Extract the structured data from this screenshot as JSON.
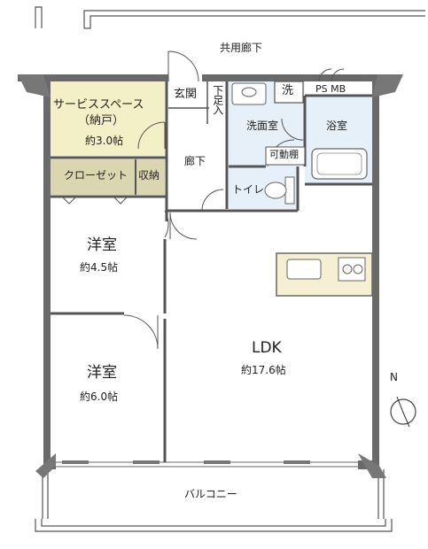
{
  "colors": {
    "wall": "#555555",
    "service_space_fill": "#f3efc6",
    "closet_fill": "#d9d6b0",
    "wet_area_fill": "#e6f0f8",
    "counter_fill": "#f5f0d2",
    "compass": "#444444"
  },
  "labels": {
    "corridor_common": "共用廊下",
    "balcony": "バルコニー",
    "ps_mb": "PS MB",
    "service_space_line1": "サービススペース",
    "service_space_line2": "（納戸）",
    "service_space_size": "約3.0帖",
    "closet": "クローゼット",
    "storage": "収納",
    "entrance": "玄関",
    "shoe_box": "下足入",
    "hallway": "廊下",
    "washroom": "洗面室",
    "laundry": "洗",
    "adjustable_shelf": "可動棚",
    "bath": "浴室",
    "toilet": "トイレ",
    "western_room_a": "洋室",
    "western_room_a_size": "約4.5帖",
    "western_room_b": "洋室",
    "western_room_b_size": "約6.0帖",
    "ldk": "LDK",
    "ldk_size": "約17.6帖",
    "north": "N"
  }
}
